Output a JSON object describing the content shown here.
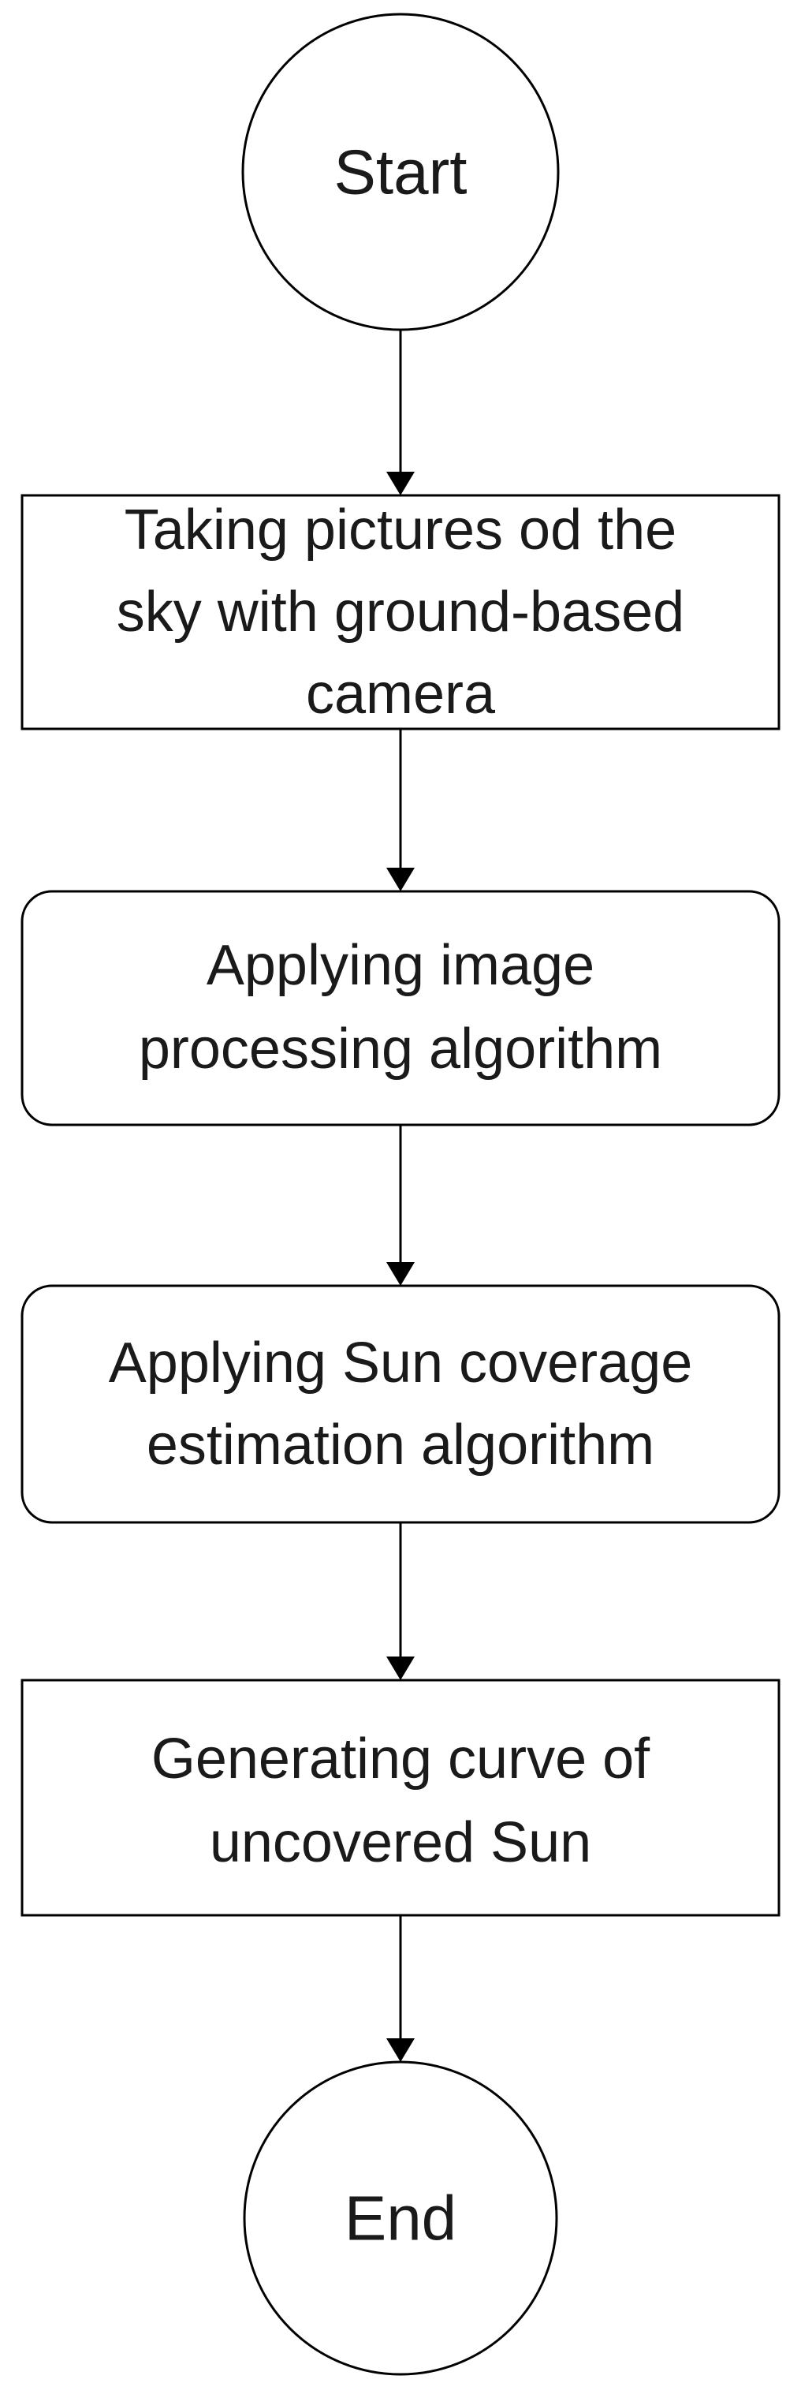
{
  "flowchart": {
    "start": {
      "label": "Start"
    },
    "steps": [
      {
        "lines": [
          "Taking pictures od the",
          "sky with ground-based",
          "camera"
        ]
      },
      {
        "lines": [
          "Applying image",
          "processing algorithm"
        ]
      },
      {
        "lines": [
          "Applying Sun coverage",
          "estimation algorithm"
        ]
      },
      {
        "lines": [
          "Generating curve of",
          "uncovered Sun"
        ]
      }
    ],
    "end": {
      "label": "End"
    }
  },
  "colors": {
    "stroke": "#000000",
    "fill": "#ffffff",
    "text": "#1a1a1a"
  }
}
